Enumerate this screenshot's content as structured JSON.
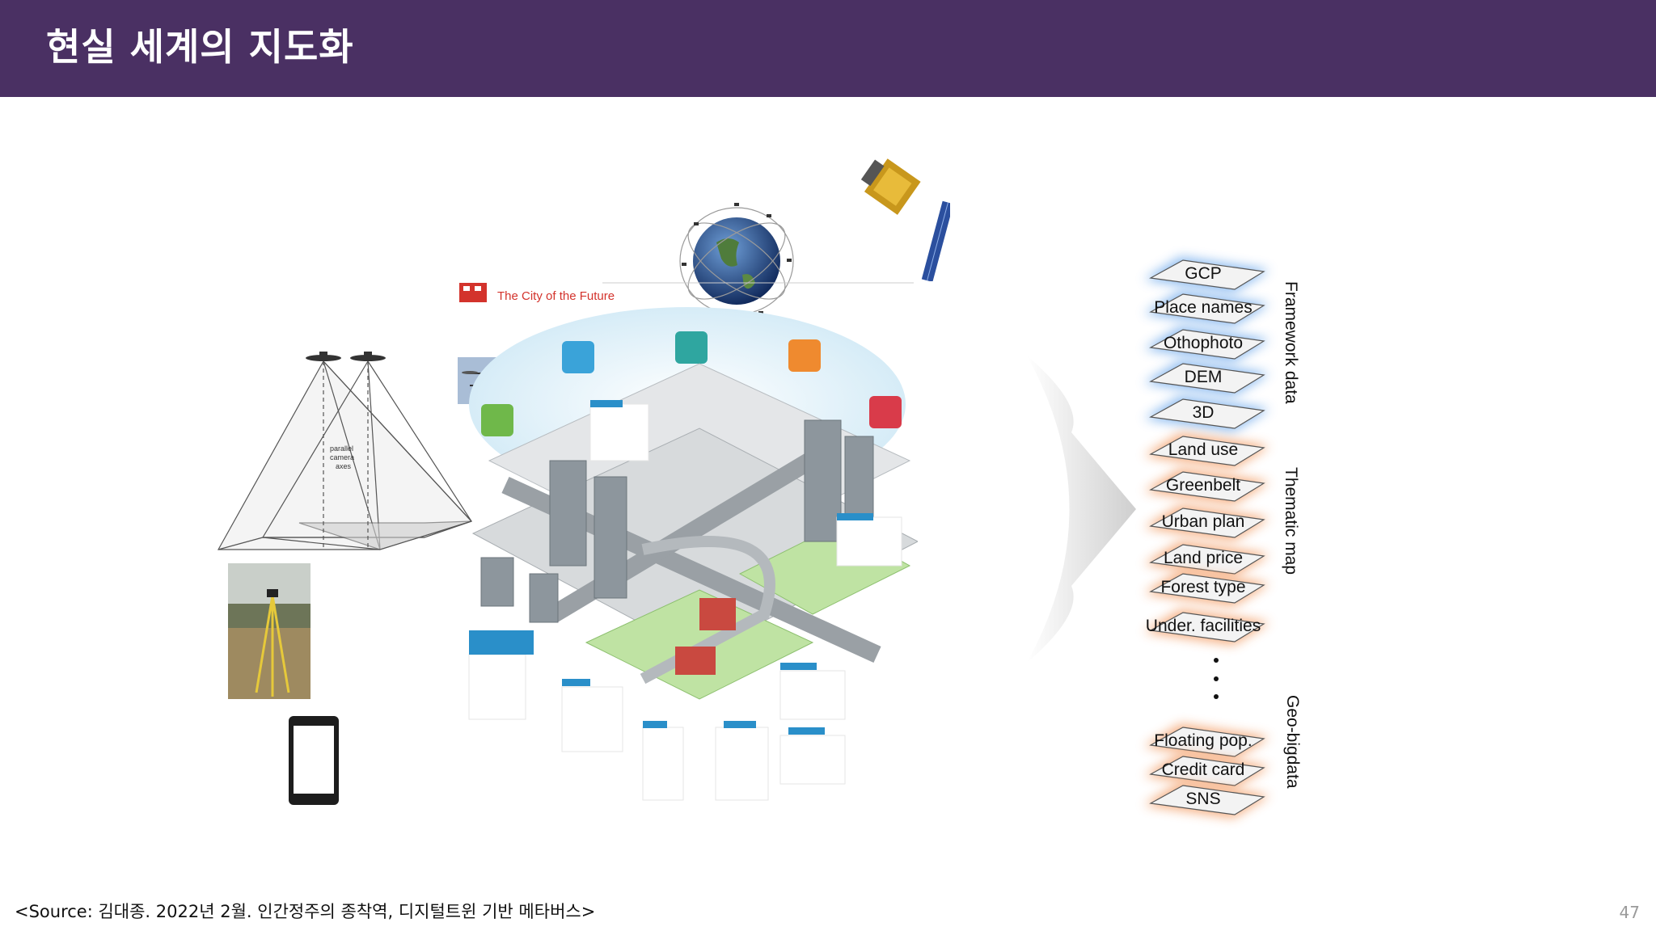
{
  "title": "현실 세계의 지도화",
  "source": "<Source: 김대종. 2022년 2월. 인간정주의 종착역, 디지털트윈 기반 메타버스>",
  "page_number": "47",
  "camera_diagram": {
    "label_1": "parallel",
    "label_2": "camera",
    "label_3": "axes"
  },
  "city": {
    "caption": "The City of the Future"
  },
  "layers": {
    "framework": [
      "GCP",
      "Place names",
      "Othophoto",
      "DEM",
      "3D"
    ],
    "thematic": [
      "Land use",
      "Greenbelt",
      "Urban plan",
      "Land price",
      "Forest type",
      "Under. facilities"
    ],
    "bigdata": [
      "Floating pop.",
      "Credit card",
      "SNS"
    ]
  },
  "group_labels": {
    "framework": "Framework data",
    "thematic": "Thematic map",
    "bigdata": "Geo-bigdata"
  },
  "colors": {
    "header": "#4a3063",
    "framework_glow": "#7fb3ee",
    "thematic_glow": "#f4a673",
    "bigdata_glow": "#f4a673"
  }
}
